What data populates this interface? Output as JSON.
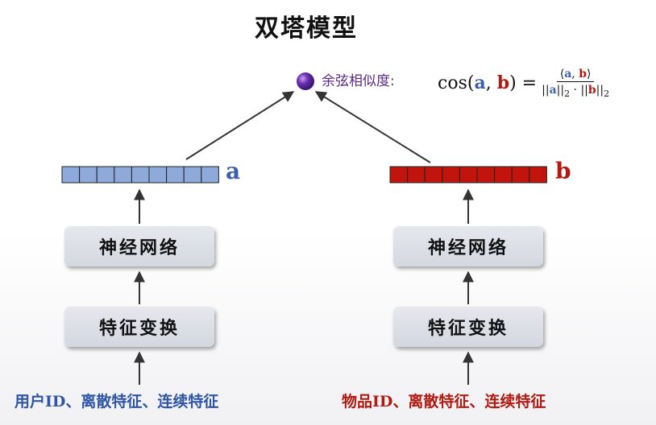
{
  "title": "双塔模型",
  "similarity": {
    "label": "余弦相似度:",
    "lhs_prefix": "cos(",
    "a": "a",
    "comma": ", ",
    "b": "b",
    "lhs_suffix": ") =",
    "num_open": "⟨",
    "num_close": "⟩",
    "den_norm_open": "||",
    "den_norm_close": "||",
    "den_sub": "2",
    "den_dot": " · ",
    "node_color": "#6b2fb3"
  },
  "left_tower": {
    "vector_label": "a",
    "vector_color": "#8eaadb",
    "cells": 9,
    "box_network": "神经网络",
    "box_transform": "特征变换",
    "input_label": "用户ID、离散特征、连续特征",
    "label_color": "#2f55a4"
  },
  "right_tower": {
    "vector_label": "b",
    "vector_color": "#c0140c",
    "cells": 9,
    "box_network": "神经网络",
    "box_transform": "特征变换",
    "input_label": "物品ID、离散特征、连续特征",
    "label_color": "#b01a10"
  }
}
